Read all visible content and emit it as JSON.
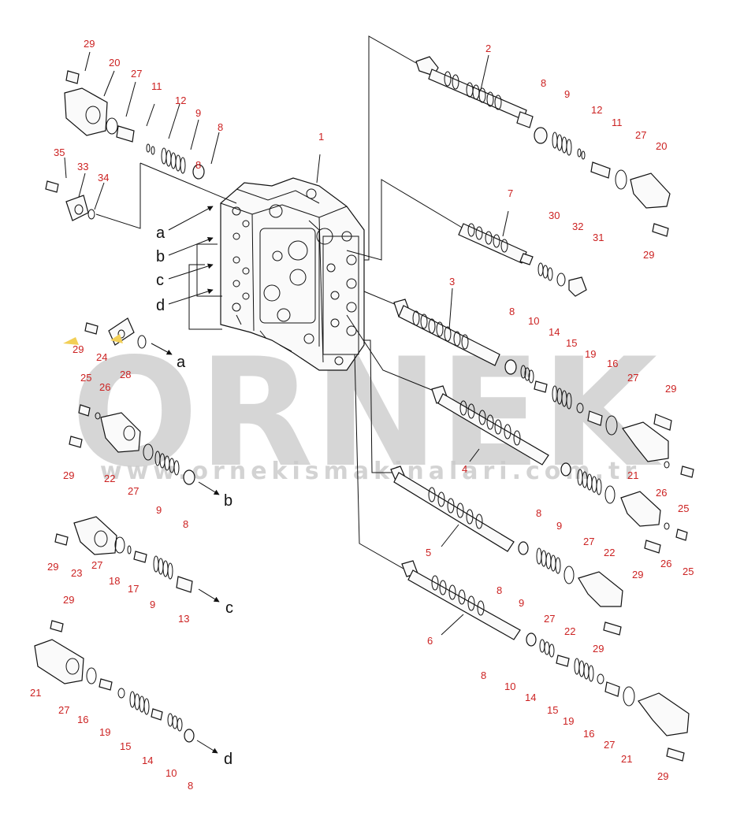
{
  "watermark": {
    "brand": "ORNEK",
    "url": "www.ornekismakinalari.com.tr"
  },
  "port_letters": [
    "a",
    "b",
    "c",
    "d"
  ],
  "arrow_letters": [
    "a",
    "b",
    "c",
    "d"
  ],
  "callouts": {
    "c1": "1",
    "c2": "2",
    "c3": "3",
    "c4": "4",
    "c5": "5",
    "c6": "6",
    "c7": "7",
    "c8a": "8",
    "c8b": "8",
    "c8c": "8",
    "c8d": "8",
    "c8e": "8",
    "c8f": "8",
    "c8g": "8",
    "c8h": "8",
    "c8i": "8",
    "c9a": "9",
    "c9b": "9",
    "c9c": "9",
    "c9d": "9",
    "c9e": "9",
    "c9f": "9",
    "c10a": "10",
    "c10b": "10",
    "c10c": "10",
    "c11a": "11",
    "c11b": "11",
    "c12a": "12",
    "c12b": "12",
    "c13": "13",
    "c14a": "14",
    "c14b": "14",
    "c14c": "14",
    "c15a": "15",
    "c15b": "15",
    "c15c": "15",
    "c16a": "16",
    "c16b": "16",
    "c16c": "16",
    "c17": "17",
    "c18": "18",
    "c19a": "19",
    "c19b": "19",
    "c19c": "19",
    "c20a": "20",
    "c20b": "20",
    "c21a": "21",
    "c21b": "21",
    "c21c": "21",
    "c22a": "22",
    "c22b": "22",
    "c22c": "22",
    "c23": "23",
    "c24": "24",
    "c25a": "25",
    "c25b": "25",
    "c25c": "25",
    "c26a": "26",
    "c26b": "26",
    "c26c": "26",
    "c27a": "27",
    "c27b": "27",
    "c27c": "27",
    "c27d": "27",
    "c27e": "27",
    "c27f": "27",
    "c27g": "27",
    "c27h": "27",
    "c27i": "27",
    "c28": "28",
    "c29a": "29",
    "c29b": "29",
    "c29c": "29",
    "c29d": "29",
    "c29e": "29",
    "c29f": "29",
    "c29g": "29",
    "c29h": "29",
    "c29i": "29",
    "c29j": "29",
    "c30": "30",
    "c31": "31",
    "c32": "32",
    "c33": "33",
    "c34": "34",
    "c35": "35"
  }
}
